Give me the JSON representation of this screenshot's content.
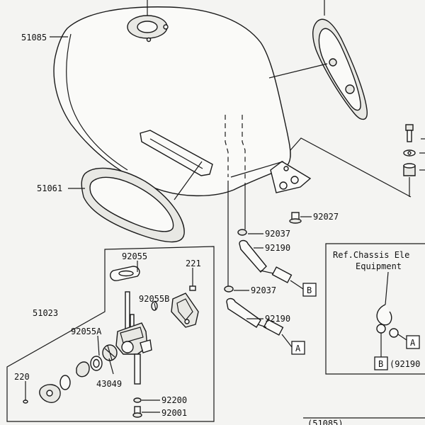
{
  "part_numbers": {
    "p51085": "51085",
    "p51061": "51061",
    "p51023": "51023",
    "p92055": "92055",
    "p92055B": "92055B",
    "p92055A": "92055A",
    "p221": "221",
    "p220": "220",
    "p43049": "43049",
    "p92200": "92200",
    "p92001": "92001",
    "p92027": "92027",
    "p92037_top": "92037",
    "p92037_bottom": "92037",
    "p92190_top": "92190",
    "p92190_bottom": "92190"
  },
  "callouts": {
    "b_hose": "B",
    "a_hose": "A",
    "a_ref": "A",
    "b_ref": "B"
  },
  "reference_note": {
    "line1": "Ref.Chassis Ele",
    "line2": "Equipment",
    "partial_number": "(92190"
  },
  "bottom_partial": "(51085)"
}
